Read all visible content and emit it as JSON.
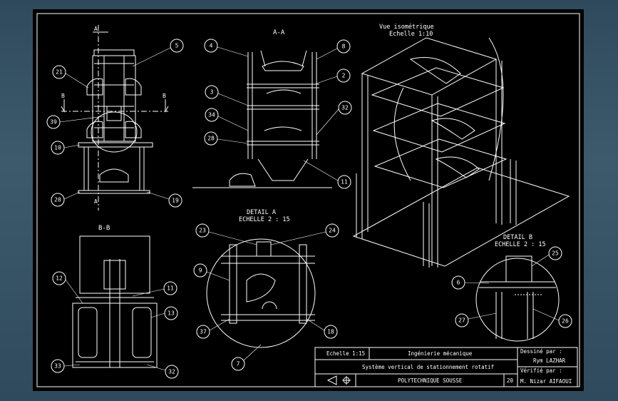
{
  "views": {
    "section_aa_title": "A-A",
    "section_bb_title": "B-B",
    "iso_title": "Vue isométrique",
    "iso_scale": "Echelle 1:10",
    "detail_a_title": "DETAIL A",
    "detail_a_scale": "ECHELLE 2 : 15",
    "detail_b_title": "DETAIL B",
    "detail_b_scale": "ECHELLE 2 : 15",
    "cut_a": "A",
    "cut_b": "B"
  },
  "balloons": {
    "front": [
      "21",
      "39",
      "10",
      "20",
      "5",
      "19"
    ],
    "section_aa": [
      "4",
      "3",
      "34",
      "28",
      "8",
      "2",
      "32",
      "11"
    ],
    "section_bb": [
      "12",
      "33",
      "11",
      "13",
      "32"
    ],
    "detail_a": [
      "23",
      "24",
      "9",
      "37",
      "7",
      "18"
    ],
    "detail_b": [
      "25",
      "6",
      "27",
      "26"
    ]
  },
  "title_block": {
    "scale": "Echelle 1:15",
    "discipline": "Ingénierie mécanique",
    "title": "Système vertical de stationnement rotatif",
    "school": "POLYTECHNIQUE SOUSSE",
    "sheet_no": "20",
    "drawn_by_label": "Dessiné par :",
    "drawn_by": "Rym LAZHAR",
    "checked_by_label": "Vérifié par :",
    "checked_by": "M. Nizar AIFAOUI"
  },
  "colors": {
    "background": "#3d5a6d",
    "sheet": "#000000",
    "lines": "#ffffff"
  }
}
